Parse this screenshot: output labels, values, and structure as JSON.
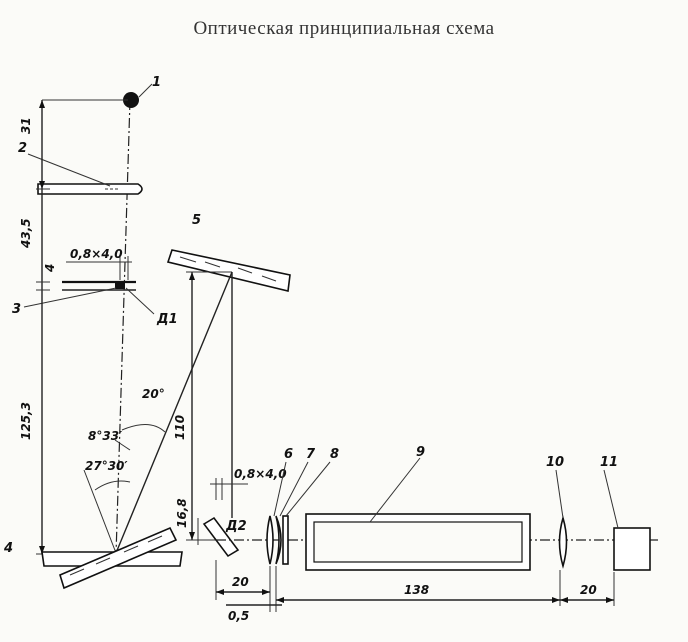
{
  "title": "Оптическая принципиальная схема",
  "labels": {
    "n1": "1",
    "n2": "2",
    "n3": "3",
    "n4": "4",
    "n5": "5",
    "n6": "6",
    "n7": "7",
    "n8": "8",
    "n9": "9",
    "n10": "10",
    "n11": "11",
    "d1": "Д1",
    "d2": "Д2"
  },
  "dimensions": {
    "v31": "31",
    "v43_5": "43,5",
    "v4": "4",
    "slit1": "0,8×4,0",
    "v125_3": "125,3",
    "v110": "110",
    "ang20": "20°",
    "ang8_33": "8°33′",
    "ang27_30": "27°30′",
    "slit2": "0,8×4,0",
    "v16_8": "16,8",
    "h20a": "20",
    "h0_5": "0,5",
    "h138": "138",
    "h20b": "20"
  }
}
